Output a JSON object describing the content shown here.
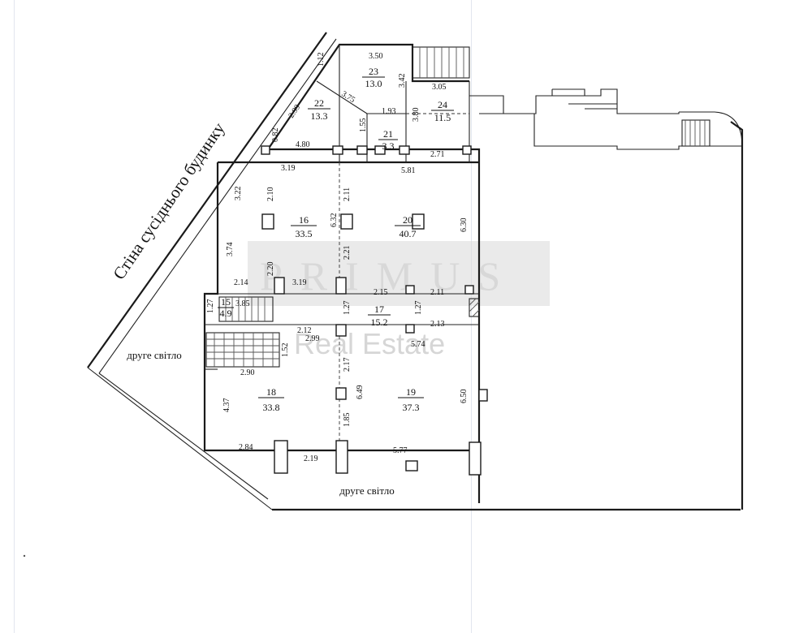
{
  "neighbor_wall_label": "Стіна сусіднього будинку",
  "second_light_label": "друге світло",
  "watermark": {
    "logo": "PRIMUS",
    "sub": "Real Estate"
  },
  "rooms": [
    {
      "id": "r23",
      "number": "23",
      "area": "13.0"
    },
    {
      "id": "r22",
      "number": "22",
      "area": "13.3"
    },
    {
      "id": "r24",
      "number": "24",
      "area": "11.5"
    },
    {
      "id": "r21",
      "number": "21",
      "area": "3.3"
    },
    {
      "id": "r16",
      "number": "16",
      "area": "33.5"
    },
    {
      "id": "r20",
      "number": "20",
      "area": "40.7"
    },
    {
      "id": "r15",
      "number": "15",
      "area": "4.9"
    },
    {
      "id": "r17",
      "number": "17",
      "area": "15.2"
    },
    {
      "id": "r18",
      "number": "18",
      "area": "33.8"
    },
    {
      "id": "r19",
      "number": "19",
      "area": "37.3"
    }
  ],
  "dimensions": [
    "3.50",
    "1.12",
    "3.42",
    "3.05",
    "3.75",
    "2.99",
    "1.93",
    "3.80",
    "0.82",
    "1.55",
    "4.80",
    "2.71",
    "3.19",
    "5.81",
    "3.22",
    "2.10",
    "2.11",
    "6.32",
    "6.30",
    "3.74",
    "2.20",
    "2.21",
    "2.14",
    "3.19",
    "2.15",
    "2.11",
    "1.27",
    "3.85",
    "1.27",
    "1.27",
    "2.12",
    "2.99",
    "2.13",
    "5.74",
    "1.52",
    "2.17",
    "2.90",
    "6.49",
    "6.50",
    "4.37",
    "1.85",
    "2.84",
    "2.19",
    "5.77"
  ]
}
